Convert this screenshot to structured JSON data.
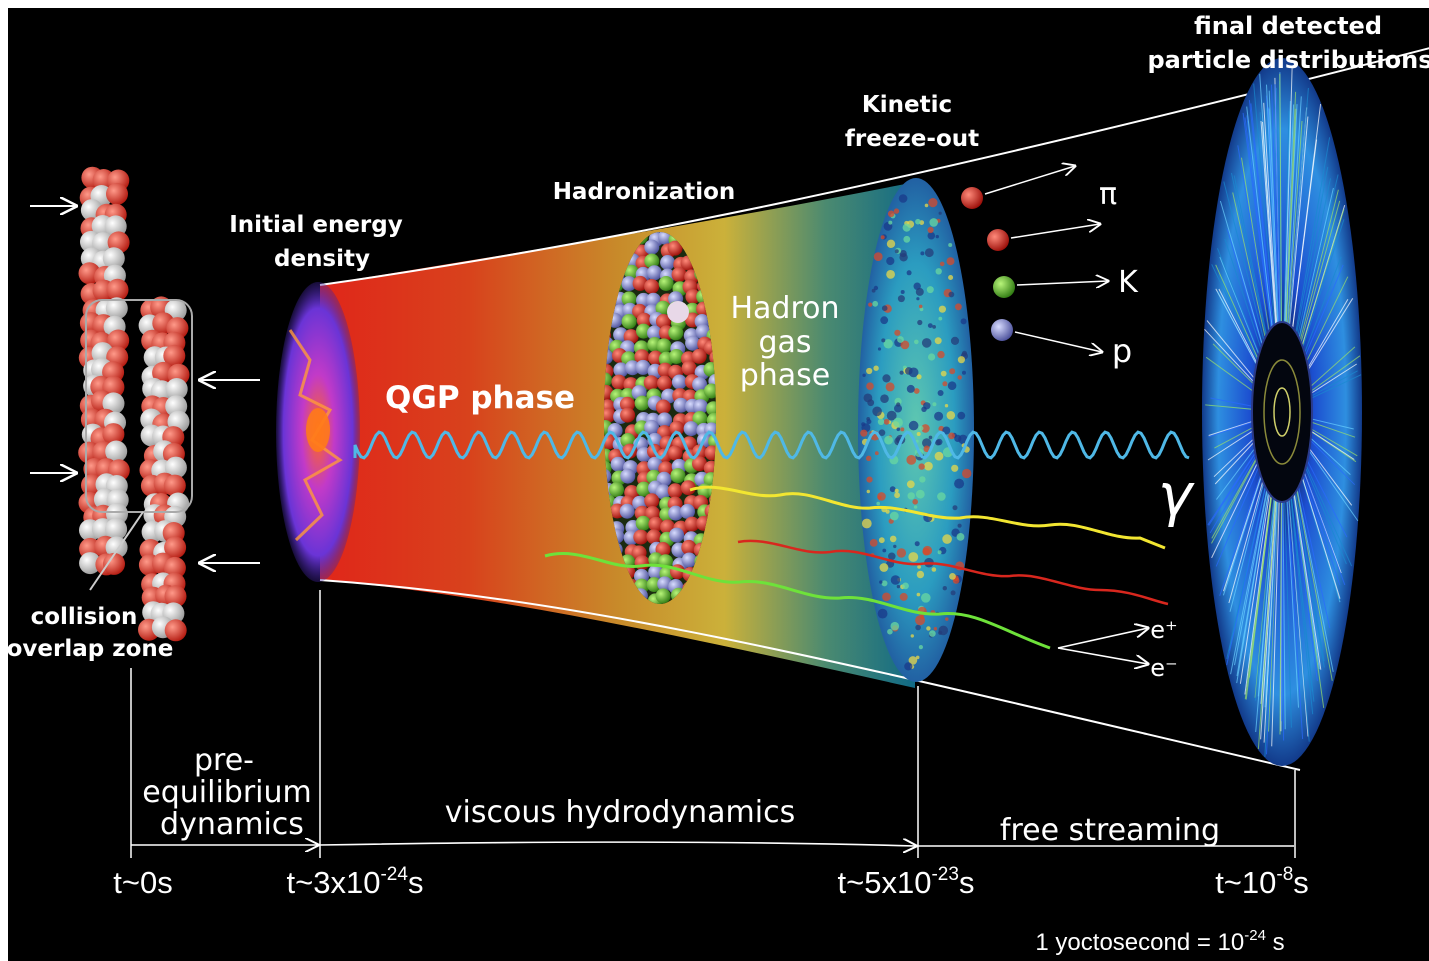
{
  "labels": {
    "final_detected": [
      "final detected",
      "particle distributions"
    ],
    "kinetic_freezeout": [
      "Kinetic",
      "freeze-out"
    ],
    "hadronization": "Hadronization",
    "initial_energy_density": [
      "Initial energy",
      "density"
    ],
    "qgp_phase": "QGP phase",
    "hadron_gas_phase": [
      "Hadron",
      "gas",
      "phase"
    ],
    "collision_overlap_zone": [
      "collision",
      "overlap zone"
    ],
    "gamma": "γ",
    "pion": "π",
    "kaon": "K",
    "proton": "p",
    "positron": "e⁺",
    "electron": "e⁻"
  },
  "stages": {
    "pre_equilibrium": [
      "pre-",
      "equilibrium",
      "dynamics"
    ],
    "viscous_hydro": "viscous hydrodynamics",
    "free_streaming": "free streaming"
  },
  "times": {
    "t0": {
      "base": "t~0s",
      "sup": ""
    },
    "t1": {
      "base": "t~3x10",
      "sup": "-24",
      "unit": "s"
    },
    "t2": {
      "base": "t~5x10",
      "sup": "-23",
      "unit": "s"
    },
    "t3": {
      "base": "t~10",
      "sup": "-8",
      "unit": "s"
    }
  },
  "footnote": {
    "base": "1 yoctosecond = 10",
    "sup": "-24",
    "unit": " s"
  },
  "colors": {
    "background": "#000000",
    "photon_wave": "#4fb8e6",
    "dilepton_yellow": "#f2e631",
    "dilepton_red": "#d8271e",
    "dilepton_green": "#6ee23a",
    "qgp_red": "#e0261a",
    "hadron_gas_yellow": "#d8c43a",
    "freezeout_teal": "#1b6f8a"
  }
}
